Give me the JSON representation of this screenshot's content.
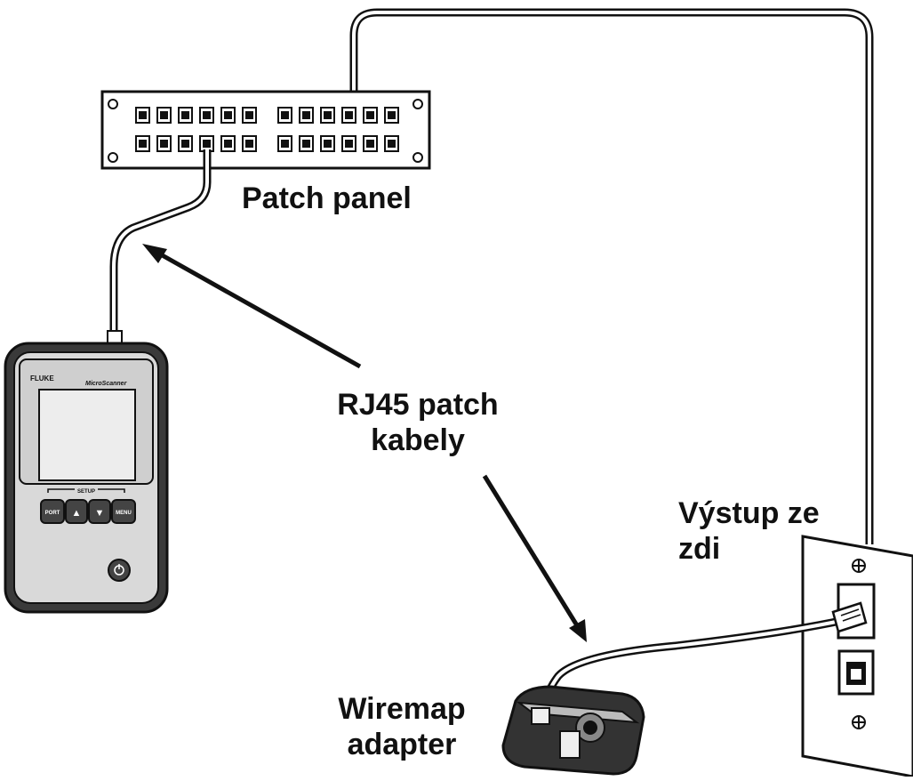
{
  "labels": {
    "patch_panel": "Patch panel",
    "rj45_line1": "RJ45 patch",
    "rj45_line2": "kabely",
    "wall_line1": "Výstup ze",
    "wall_line2": "zdi",
    "adapter_line1": "Wiremap",
    "adapter_line2": "adapter"
  },
  "tester": {
    "brand": "FLUKE",
    "model": "MicroScanner",
    "setup_label": "SETUP",
    "buttons": [
      "PORT",
      "▲",
      "▼",
      "MENU"
    ]
  },
  "colors": {
    "line": "#111111",
    "device_dark": "#2a2a2a",
    "device_mid": "#555555",
    "screen": "#e8e8e8",
    "background": "#ffffff"
  }
}
